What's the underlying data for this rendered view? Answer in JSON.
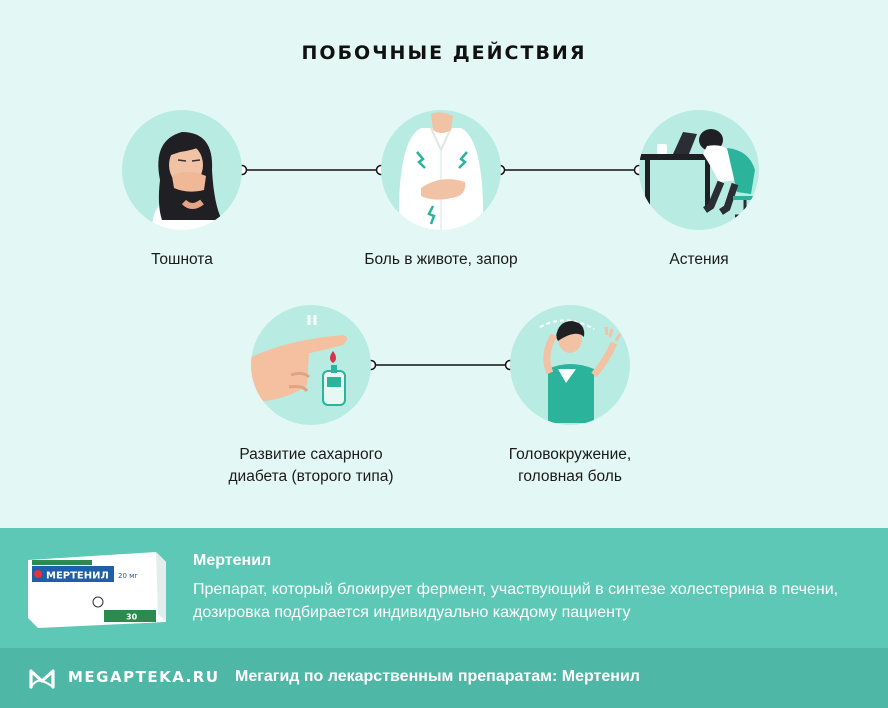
{
  "title": "ПОБОЧНЫЕ ДЕЙСТВИЯ",
  "effects": [
    {
      "label": "Тошнота",
      "icon": "nausea-woman-illustration"
    },
    {
      "label": "Боль в животе, запор",
      "icon": "stomach-pain-illustration"
    },
    {
      "label": "Астения",
      "icon": "tired-person-at-desk-illustration"
    },
    {
      "label_line1": "Развитие сахарного",
      "label_line2": "диабета (второго типа)",
      "icon": "blood-glucose-test-illustration"
    },
    {
      "label_line1": "Головокружение,",
      "label_line2": "головная боль",
      "icon": "dizzy-woman-illustration"
    }
  ],
  "drug": {
    "name": "Мертенил",
    "description": "Препарат, который блокирует фермент, участвующий в синтезе холестерина в печени, дозировка подбирается индивидуально каждому пациенту",
    "box_brand": "МЕРТЕНИЛ",
    "box_dose": "20 мг",
    "box_count": "30"
  },
  "footer": {
    "logo_text": "MEGAPTEKA.RU",
    "guide_text": "Мегагид по лекарственным препаратам: Мертенил"
  },
  "colors": {
    "background": "#e3f8f4",
    "circle": "#b8ece2",
    "info_band": "#5ec8b6",
    "footer_band": "#4fb7a5",
    "accent": "#2bb39c"
  }
}
